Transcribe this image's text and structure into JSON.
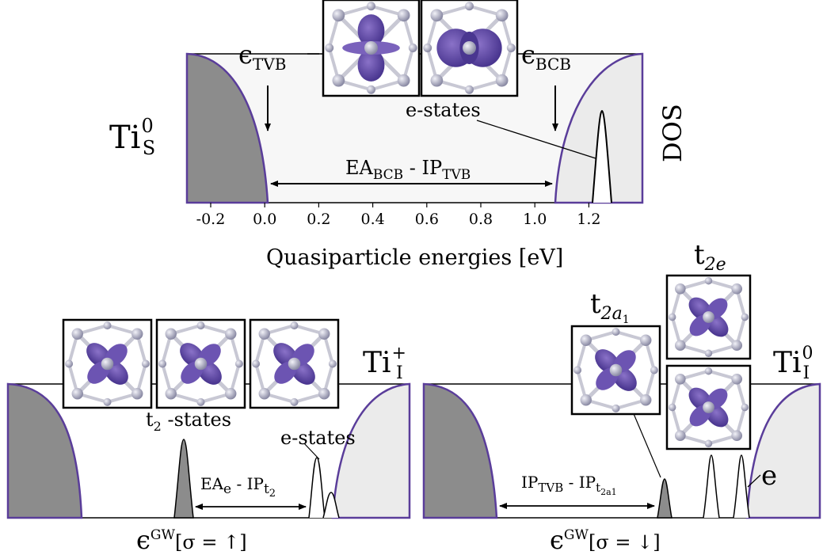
{
  "top_panel": {
    "defect": {
      "base": "Ti",
      "sub": "S",
      "sup": "0"
    },
    "tvb_label": {
      "main": "ϵ",
      "sub": "TVB"
    },
    "bcb_label": {
      "main": "ϵ",
      "sub": "BCB"
    },
    "e_states": "e-states",
    "dos": "DOS",
    "gap_label": {
      "a": "EA",
      "a_sub": "BCB",
      "mid": " - ",
      "b": "IP",
      "b_sub": "TVB"
    },
    "x_ticks": [
      "-0.2",
      "0.0",
      "0.2",
      "0.4",
      "0.6",
      "0.8",
      "1.0",
      "1.2"
    ],
    "x_title": "Quasiparticle energies [eV]"
  },
  "bottom_left": {
    "defect": {
      "base": "Ti",
      "sub": "I",
      "sup": "+"
    },
    "t2_states": {
      "main": "t",
      "sub": "2",
      "rest": " -states"
    },
    "e_states": "e-states",
    "gap_label": {
      "a": "EA",
      "a_sub": "e",
      "mid": " - ",
      "b": "IP",
      "b_sub": "t",
      "b_subsub": "2"
    },
    "axis_label": {
      "main": "ϵ",
      "sup": "GW",
      "rest": "[σ = ↑]"
    }
  },
  "bottom_right": {
    "defect": {
      "base": "Ti",
      "sub": "I",
      "sup": "0"
    },
    "t2a1": {
      "main": "t",
      "sub": "2a",
      "subsub": "1"
    },
    "t2e": {
      "main": "t",
      "sub": "2e"
    },
    "e_label": "e",
    "gap_label": {
      "a": "IP",
      "a_sub": "TVB",
      "mid": " - ",
      "b": "IP",
      "b_sub": "t",
      "b_subsub": "2a1"
    },
    "axis_label": {
      "main": "ϵ",
      "sup": "GW",
      "rest": "[σ = ↓]"
    }
  },
  "colors": {
    "outline": "#5a3d9a",
    "orbital": "#6a50ac",
    "orbital_dark": "#3d2a78",
    "valence_fill": "#8c8c8c",
    "conduction_fill": "#ebebeb",
    "panel_bg": "#f6f6f6",
    "atom": "#b4b4c8",
    "bond": "#c8c8d4"
  }
}
